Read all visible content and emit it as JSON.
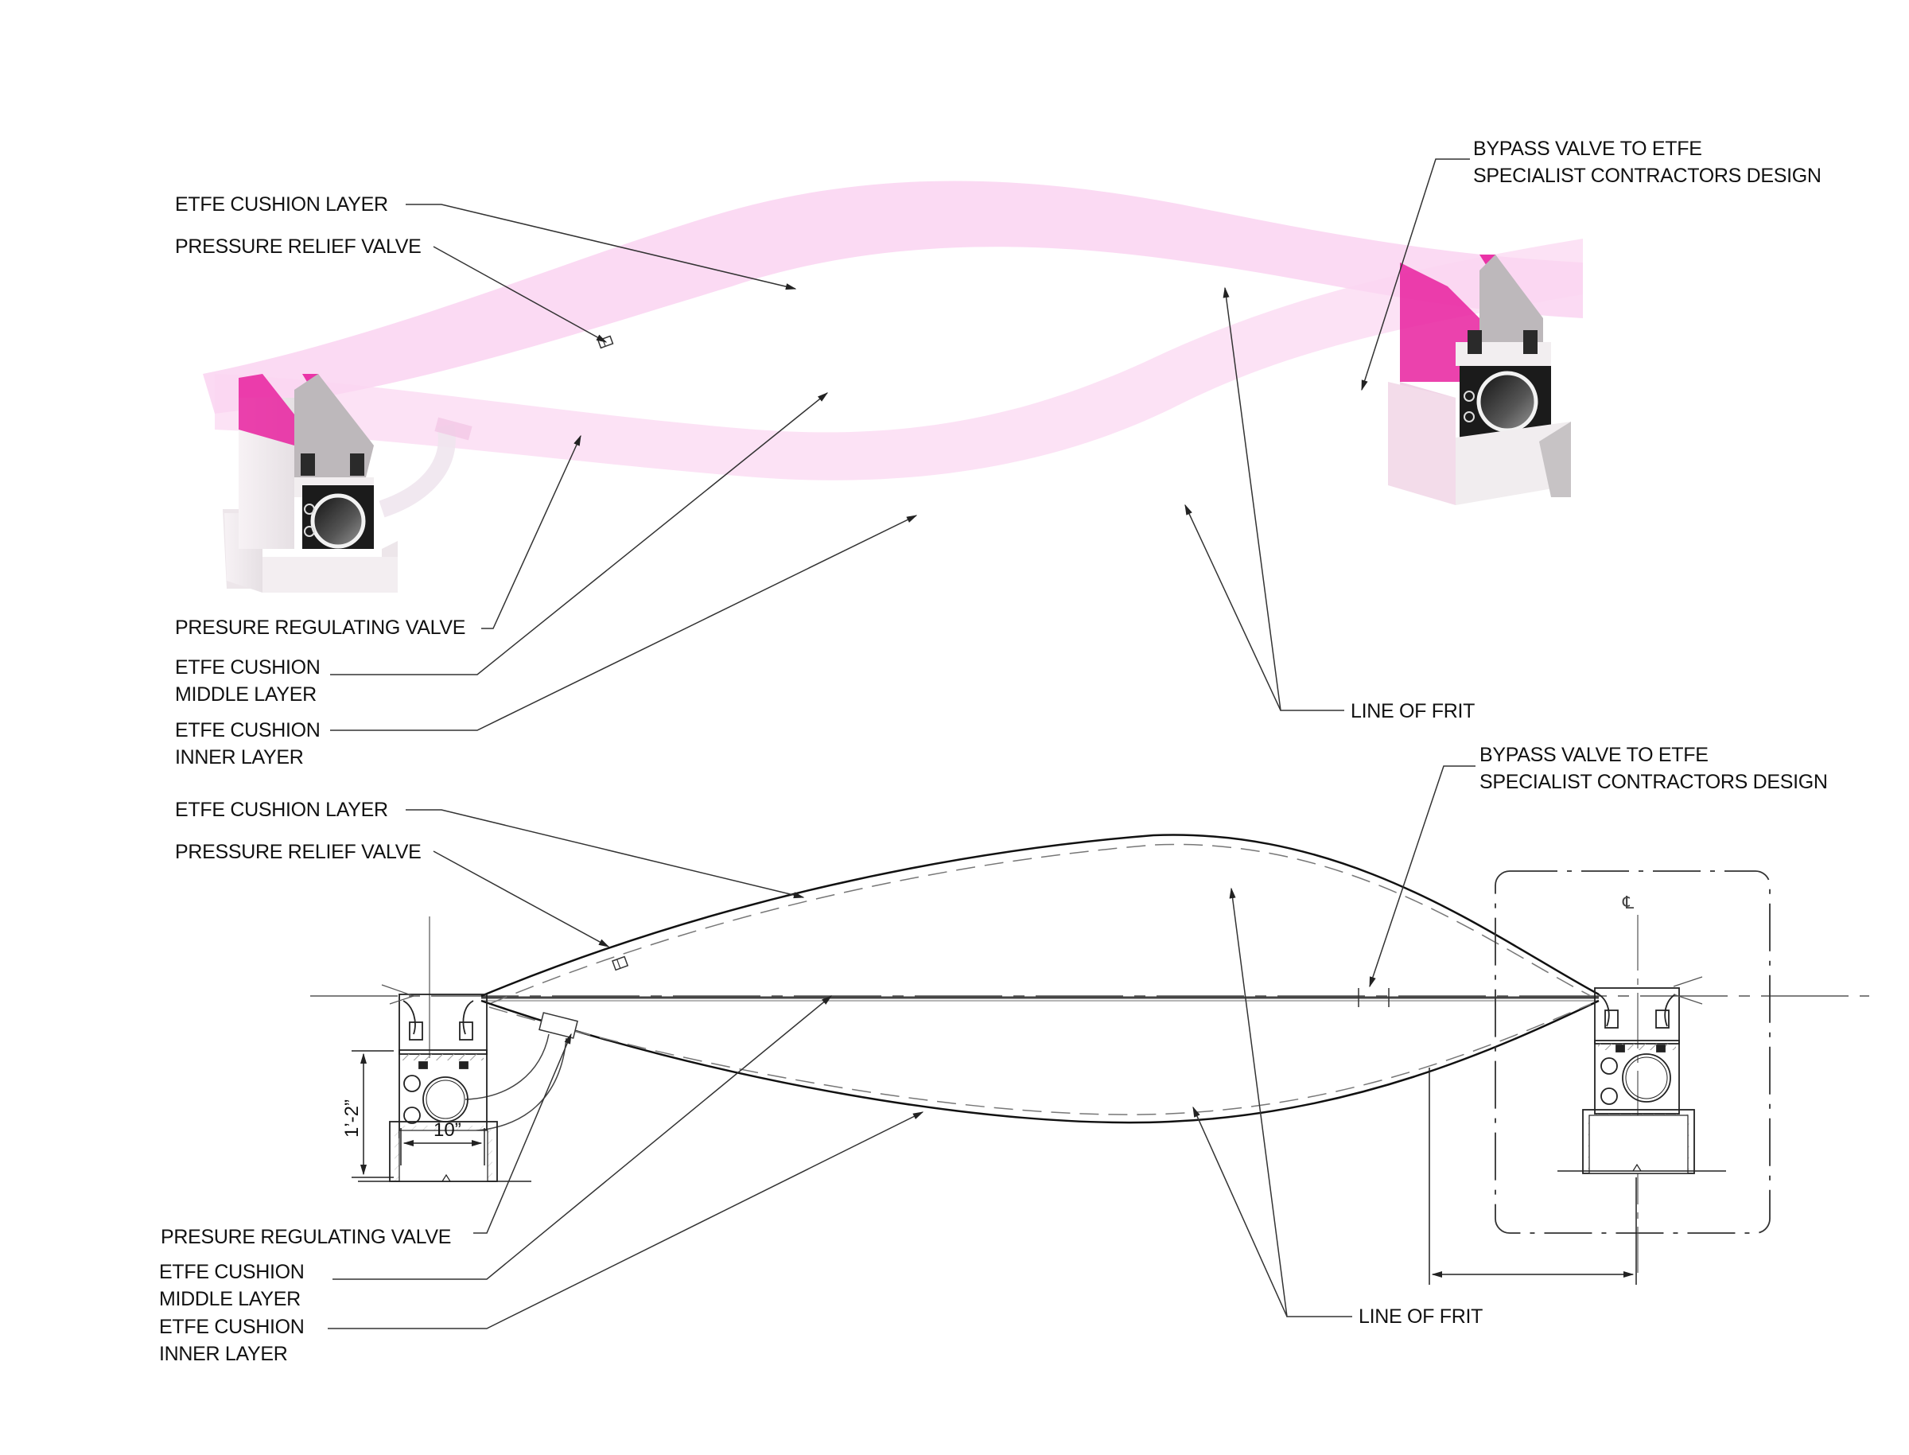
{
  "colors": {
    "membrane_pink": "#f9c6ee",
    "membrane_pink_light": "#fde3f6",
    "gasket_magenta": "#e8219f",
    "frame_white": "#f4f1f3",
    "frame_shadow": "#c9c5c8",
    "section_dark": "#1e1e1e",
    "line": "#222222",
    "leader": "#333333"
  },
  "top_view": {
    "title": "3D ETFE cushion with frame profiles",
    "labels": {
      "cushion_layer": "ETFE CUSHION LAYER",
      "pressure_relief_valve": "PRESSURE RELIEF VALVE",
      "bypass_valve_line1": "BYPASS VALVE TO ETFE",
      "bypass_valve_line2": "SPECIALIST CONTRACTORS DESIGN",
      "regulating_valve": "PRESURE REGULATING VALVE",
      "middle_layer_line1": "ETFE CUSHION",
      "middle_layer_line2": "MIDDLE LAYER",
      "inner_layer_line1": "ETFE CUSHION",
      "inner_layer_line2": "INNER LAYER",
      "line_of_frit": "LINE OF FRIT"
    }
  },
  "bottom_view": {
    "title": "2D section of ETFE cushion",
    "labels": {
      "cushion_layer": "ETFE CUSHION LAYER",
      "pressure_relief_valve": "PRESSURE RELIEF VALVE",
      "bypass_valve_line1": "BYPASS VALVE TO ETFE",
      "bypass_valve_line2": "SPECIALIST CONTRACTORS DESIGN",
      "regulating_valve": "PRESURE REGULATING VALVE",
      "middle_layer_line1": "ETFE CUSHION",
      "middle_layer_line2": "MIDDLE LAYER",
      "inner_layer_line1": "ETFE CUSHION",
      "inner_layer_line2": "INNER LAYER",
      "line_of_frit": "LINE OF FRIT"
    },
    "dimensions": {
      "height": "1’-2”",
      "width": "10”"
    },
    "centerline_symbol": "℄"
  }
}
